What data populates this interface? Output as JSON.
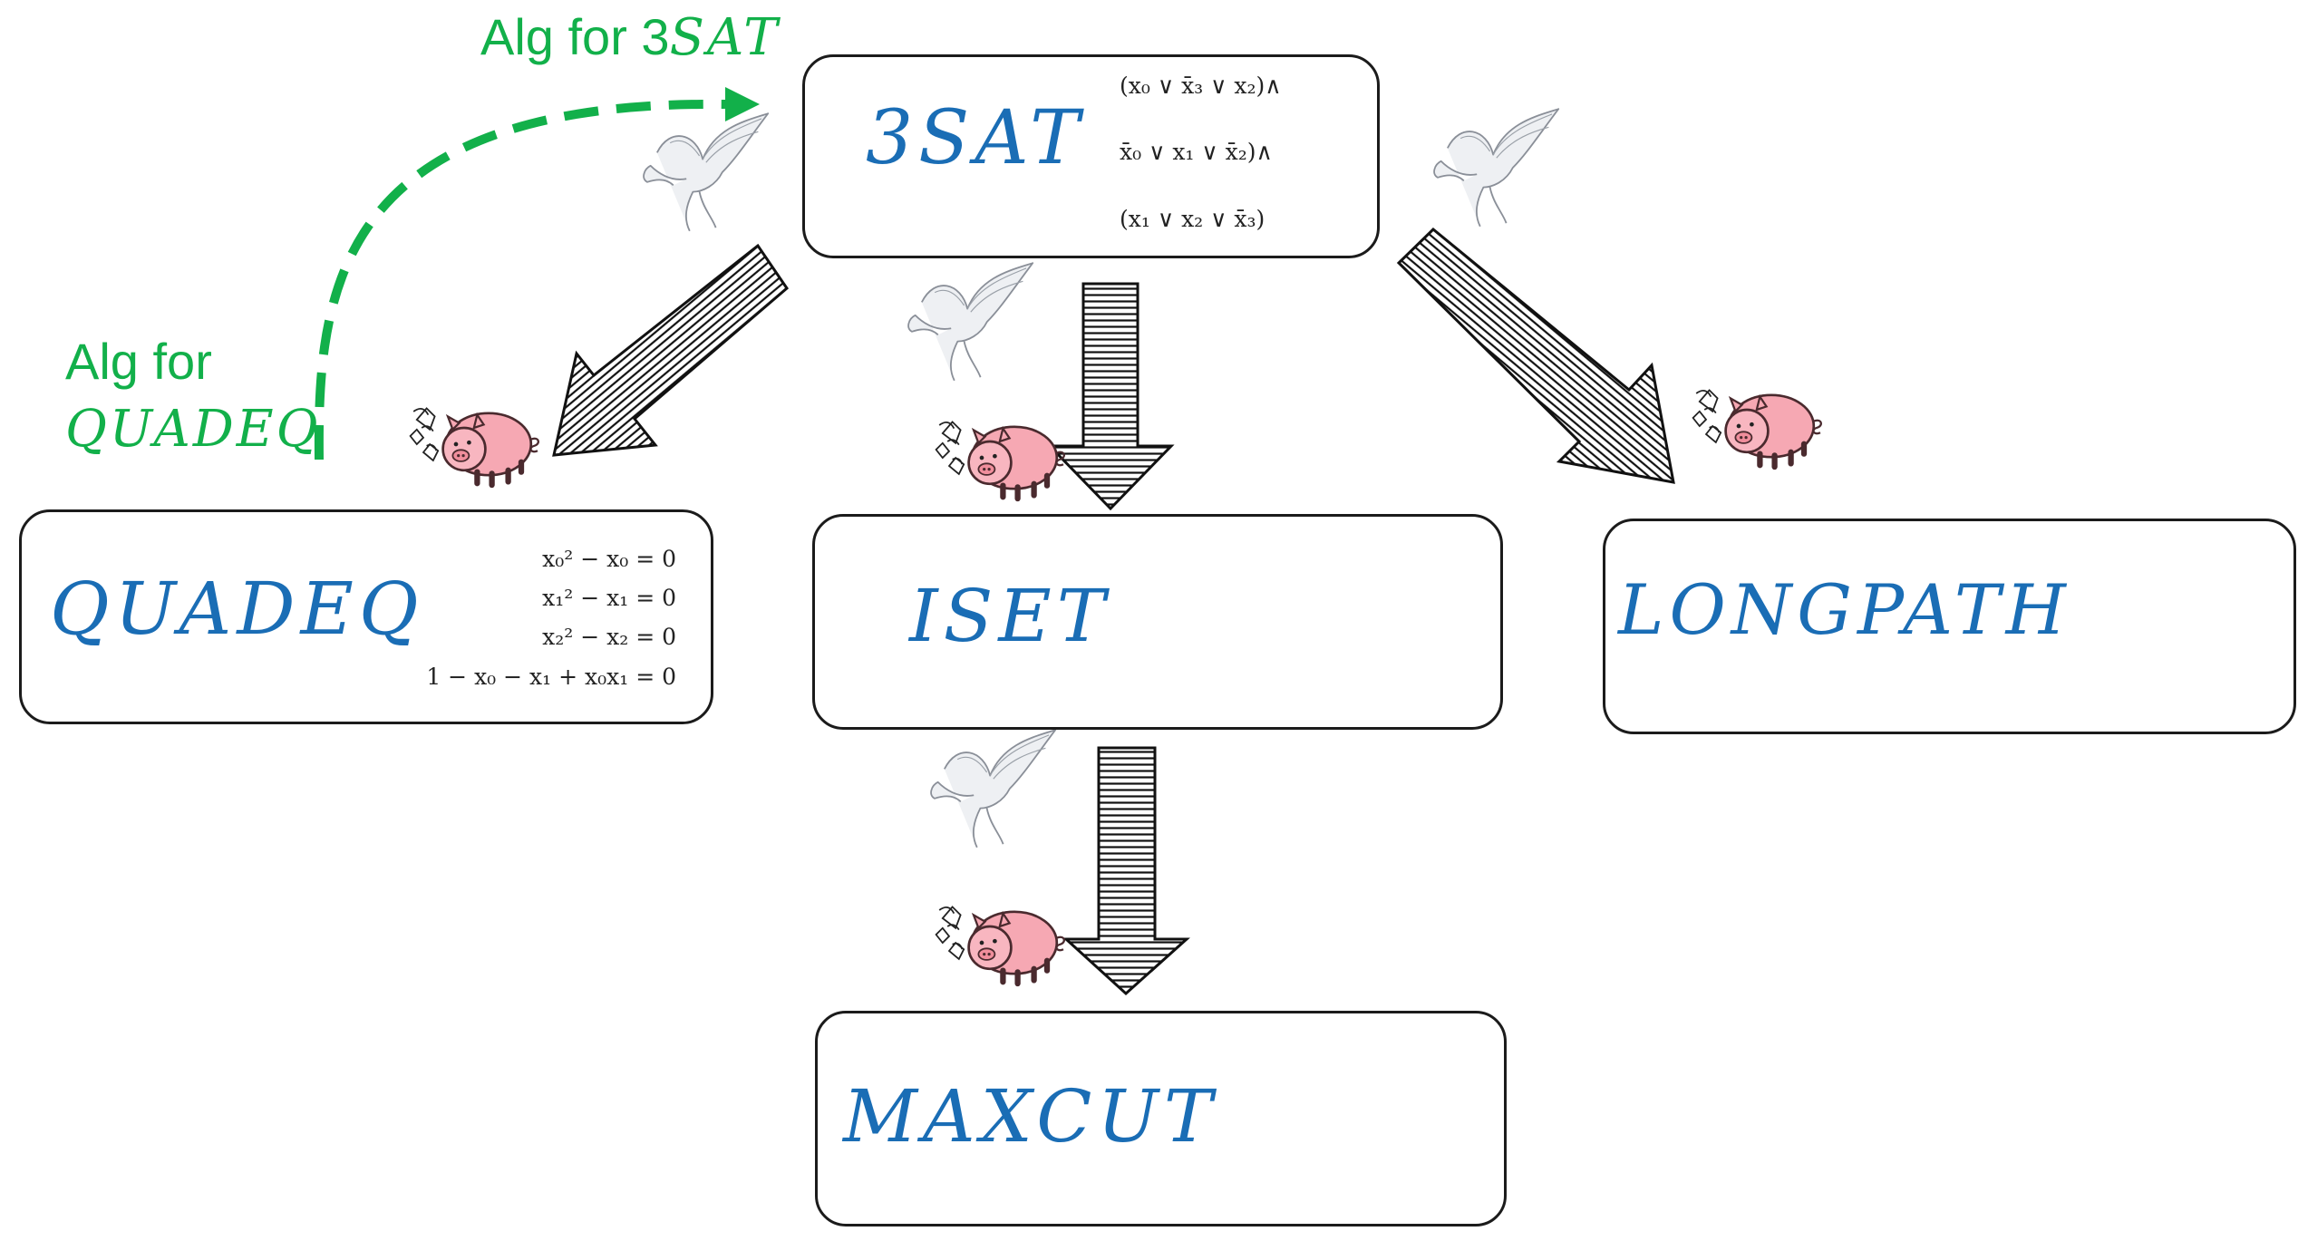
{
  "labels": {
    "alg_for_3sat_prefix": "Alg for 3",
    "alg_for_3sat_italic": "SAT",
    "alg_for_quadeq_line1": "Alg for",
    "alg_for_quadeq_line2": "QUADEQ"
  },
  "problems": {
    "threesat": "3SAT",
    "quadeq": "QUADEQ",
    "iset": "ISET",
    "longpath": "LONGPATH",
    "maxcut": "MAXCUT"
  },
  "formula": {
    "line1": "(x₀ ∨ x̄₃ ∨ x₂)∧",
    "line2": "x̄₀ ∨ x₁ ∨ x̄₂)∧",
    "line3": "(x₁ ∨ x₂ ∨ x̄₃)"
  },
  "equations": [
    "x₀² − x₀ = 0",
    "x₁² − x₁ = 0",
    "x₂² − x₂ = 0",
    "1 − x₀ − x₁ + x₀x₁ = 0"
  ],
  "colors": {
    "problem_text": "#1a6db5",
    "green_label": "#12b04a",
    "graph_red": "#e0281e",
    "iset_node": "#4e7d22",
    "maxcut_top": "#1f2fd6"
  },
  "icons": [
    "pegasus-icon",
    "singing-pig-icon",
    "striped-arrow-icon"
  ]
}
